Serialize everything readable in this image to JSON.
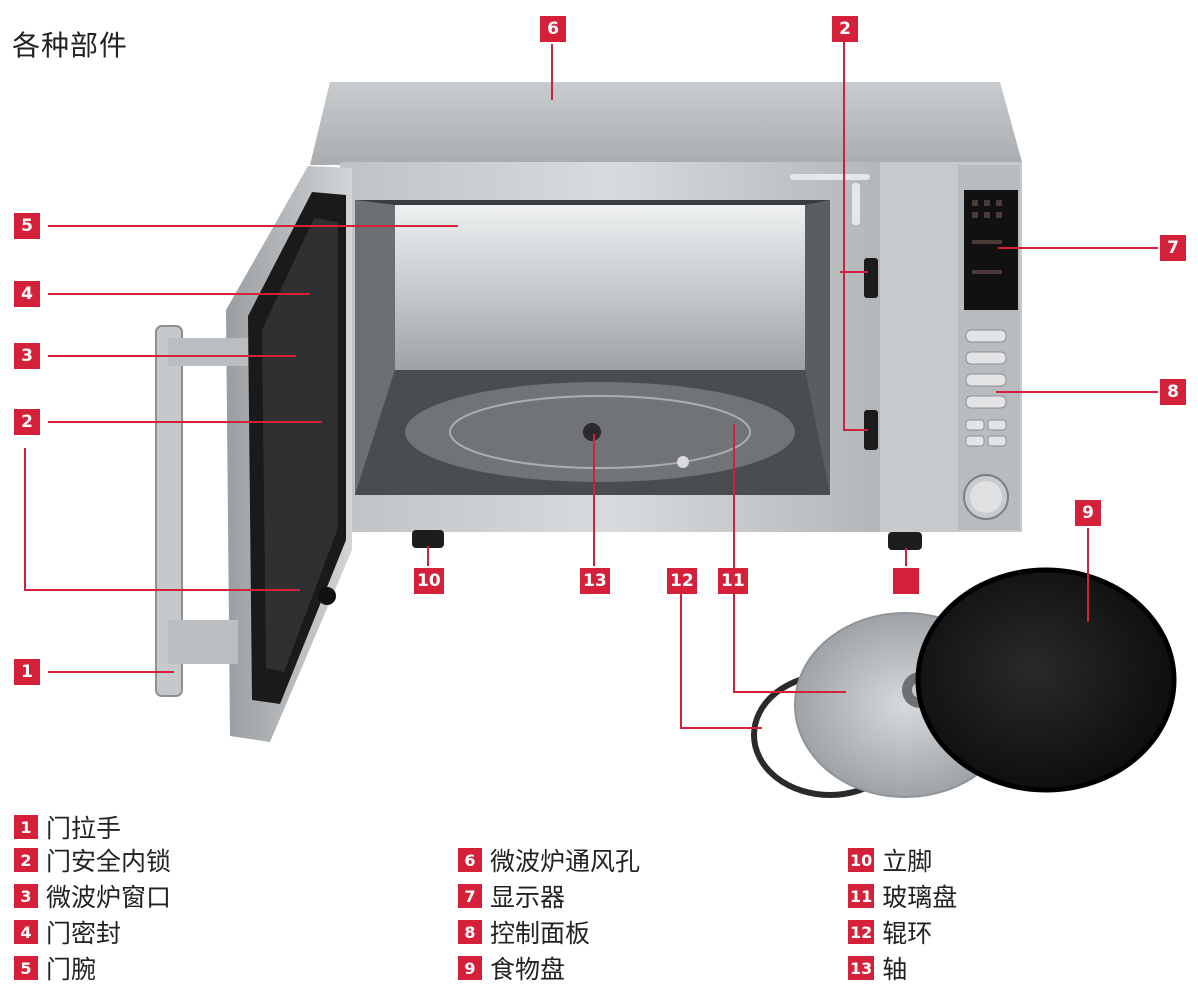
{
  "title": "各种部件",
  "callouts": [
    {
      "id": "6",
      "label": "6"
    },
    {
      "id": "2-top",
      "label": "2"
    },
    {
      "id": "5",
      "label": "5"
    },
    {
      "id": "4",
      "label": "4"
    },
    {
      "id": "3",
      "label": "3"
    },
    {
      "id": "2-left",
      "label": "2"
    },
    {
      "id": "1",
      "label": "1"
    },
    {
      "id": "7",
      "label": "7"
    },
    {
      "id": "8",
      "label": "8"
    },
    {
      "id": "9",
      "label": "9"
    },
    {
      "id": "10",
      "label": "10"
    },
    {
      "id": "13",
      "label": "13"
    },
    {
      "id": "12",
      "label": "12"
    },
    {
      "id": "11",
      "label": "11"
    },
    {
      "id": "foot-right",
      "label": ""
    }
  ],
  "legend": [
    {
      "num": "1",
      "text": "门拉手"
    },
    {
      "num": "2",
      "text": "门安全内锁"
    },
    {
      "num": "3",
      "text": "微波炉窗口"
    },
    {
      "num": "4",
      "text": "门密封"
    },
    {
      "num": "5",
      "text": "门腕"
    },
    {
      "num": "6",
      "text": "微波炉通风孔"
    },
    {
      "num": "7",
      "text": "显示器"
    },
    {
      "num": "8",
      "text": "控制面板"
    },
    {
      "num": "9",
      "text": "食物盘"
    },
    {
      "num": "10",
      "text": "立脚"
    },
    {
      "num": "11",
      "text": "玻璃盘"
    },
    {
      "num": "12",
      "text": "辊环"
    },
    {
      "num": "13",
      "text": "轴"
    }
  ],
  "colors": {
    "accent": "#d5203a",
    "steel": "#b8bcc0",
    "cavity": "#dfe2e4",
    "dark": "#1a1a1a"
  }
}
